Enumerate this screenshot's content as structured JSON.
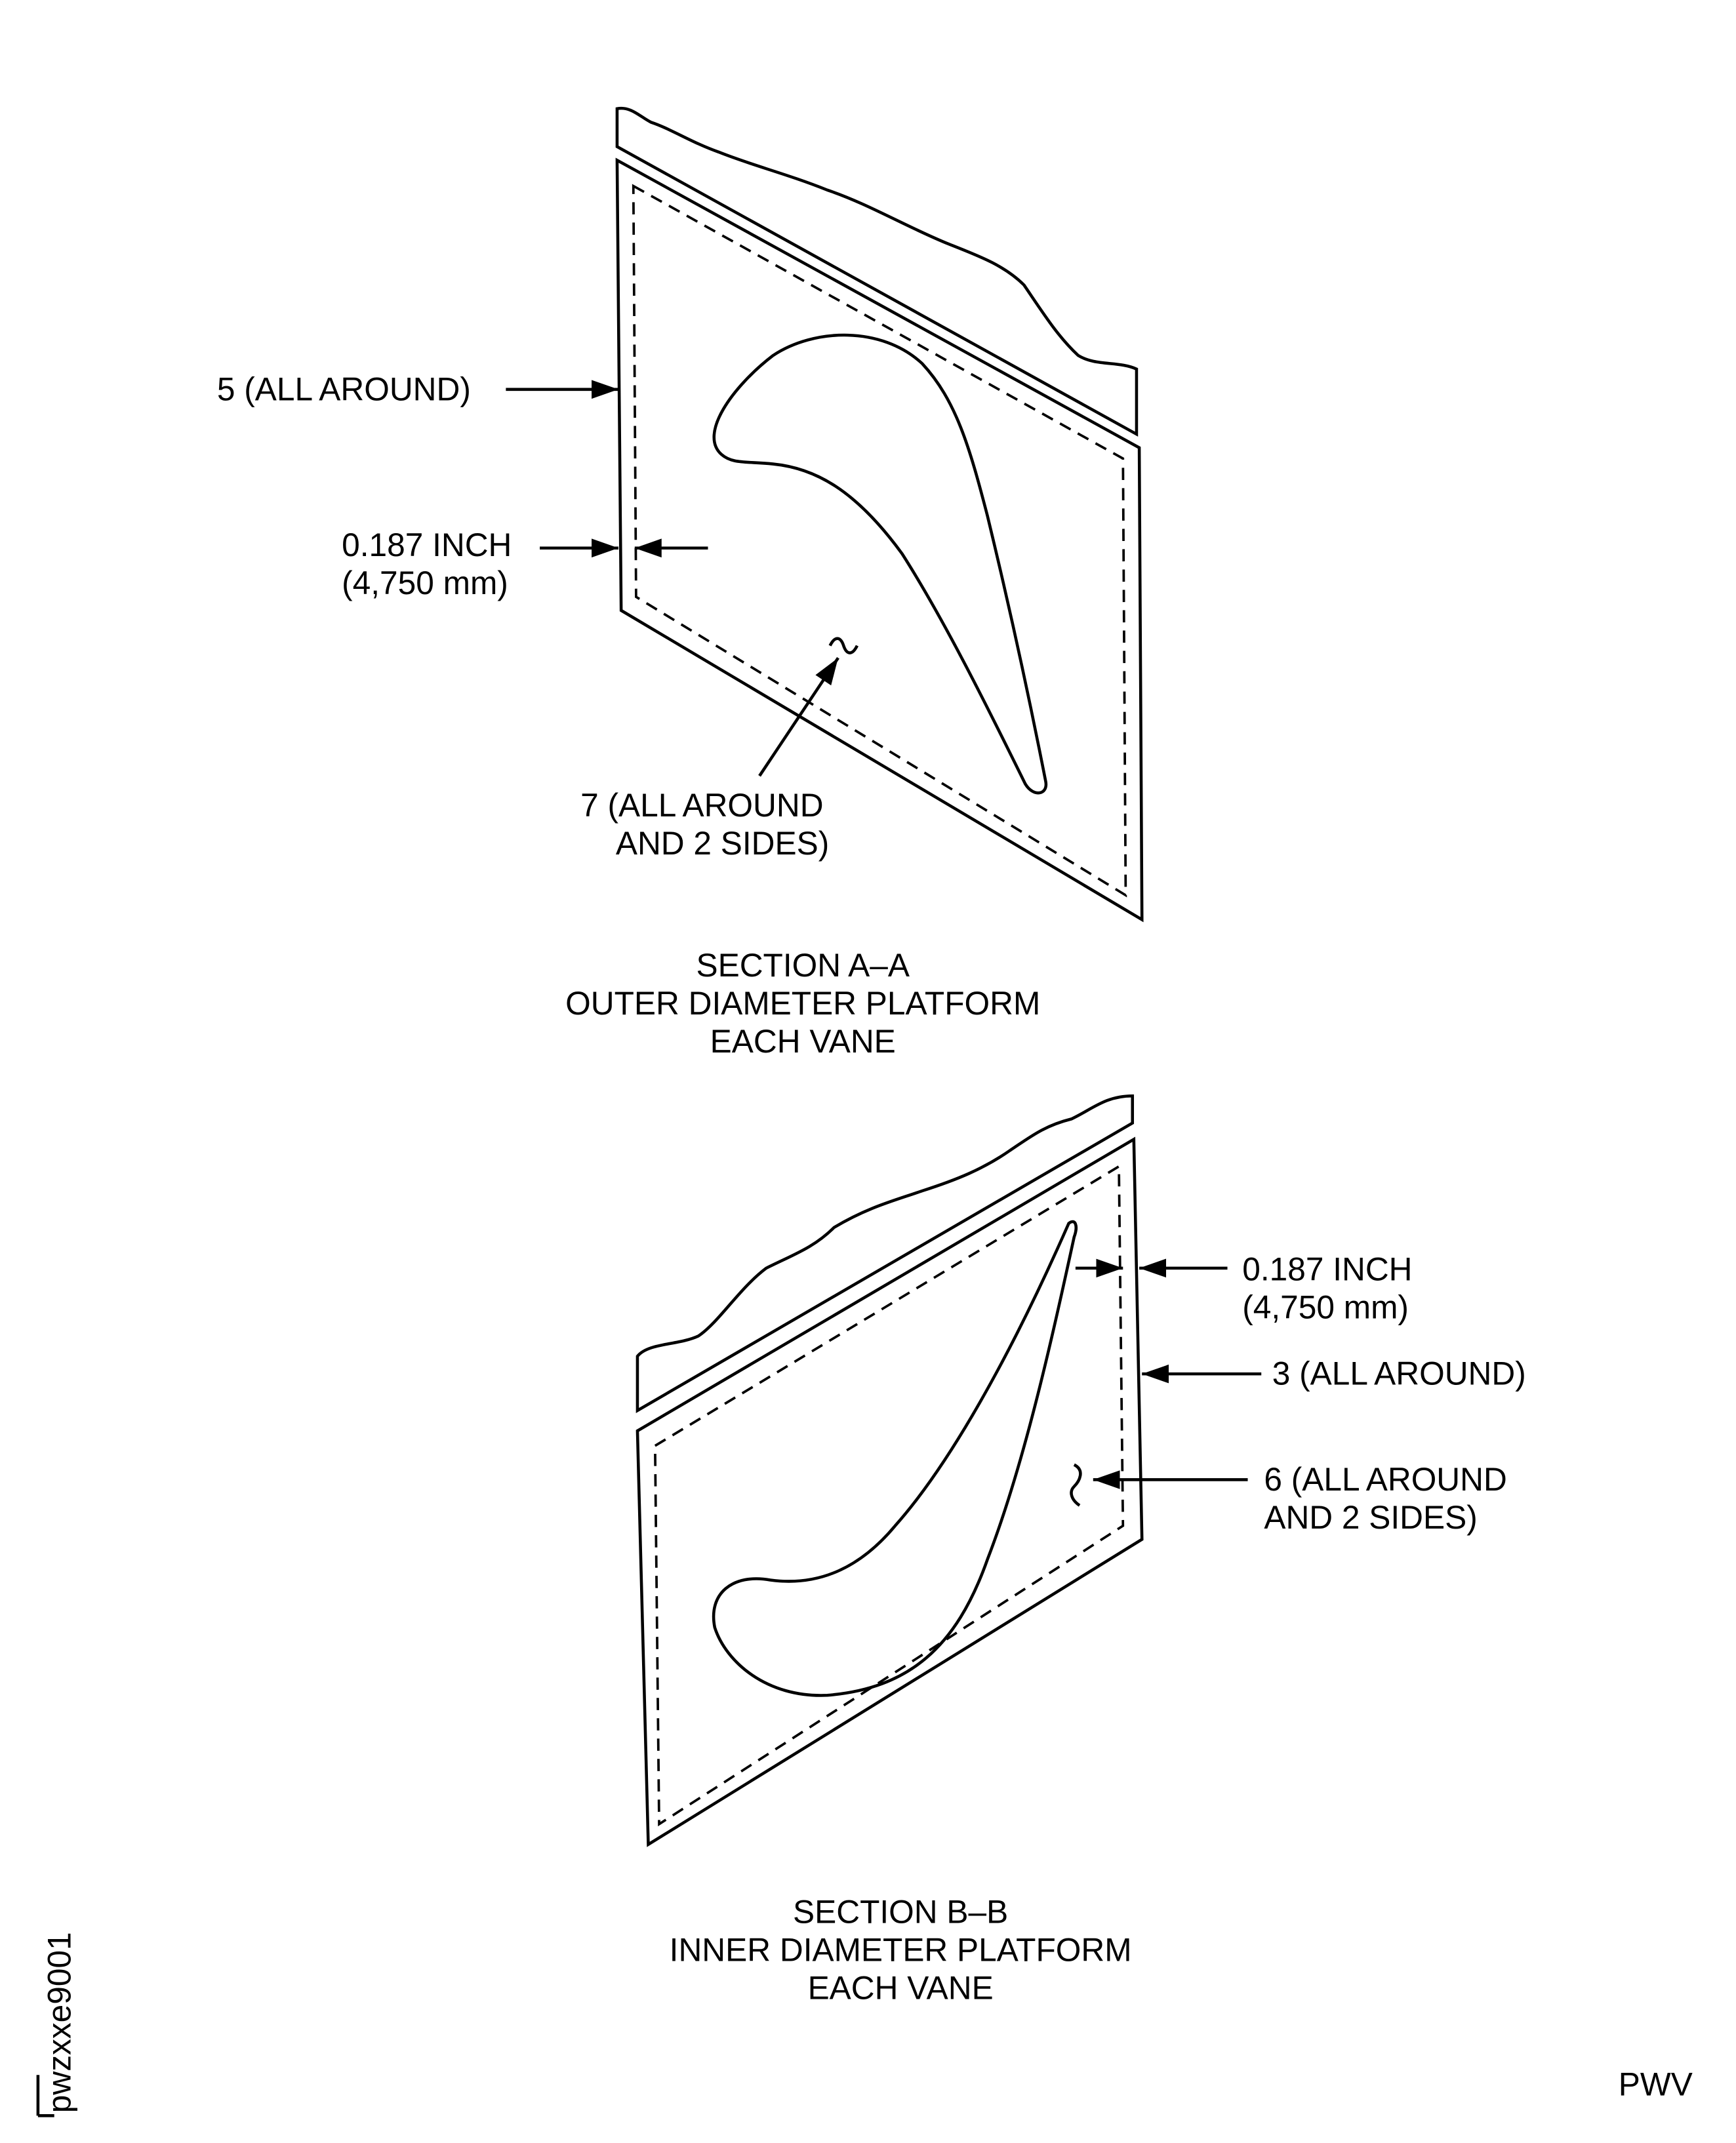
{
  "section_a": {
    "callout_weld": "5 (ALL AROUND)",
    "dimension_inch": "0.187 INCH",
    "dimension_mm": "(4,750 mm)",
    "callout_coat_line1": "7 (ALL AROUND",
    "callout_coat_line2": "AND 2 SIDES)",
    "title_line1": "SECTION A–A",
    "title_line2": "OUTER DIAMETER PLATFORM",
    "title_line3": "EACH VANE"
  },
  "section_b": {
    "dimension_inch": "0.187 INCH",
    "dimension_mm": "(4,750 mm)",
    "callout_weld": "3 (ALL AROUND)",
    "callout_coat_line1": "6 (ALL AROUND",
    "callout_coat_line2": "AND 2 SIDES)",
    "title_line1": "SECTION B–B",
    "title_line2": "INNER DIAMETER PLATFORM",
    "title_line3": "EACH VANE"
  },
  "figure_id": "pwzxxe9001",
  "corner_code": "PWV"
}
